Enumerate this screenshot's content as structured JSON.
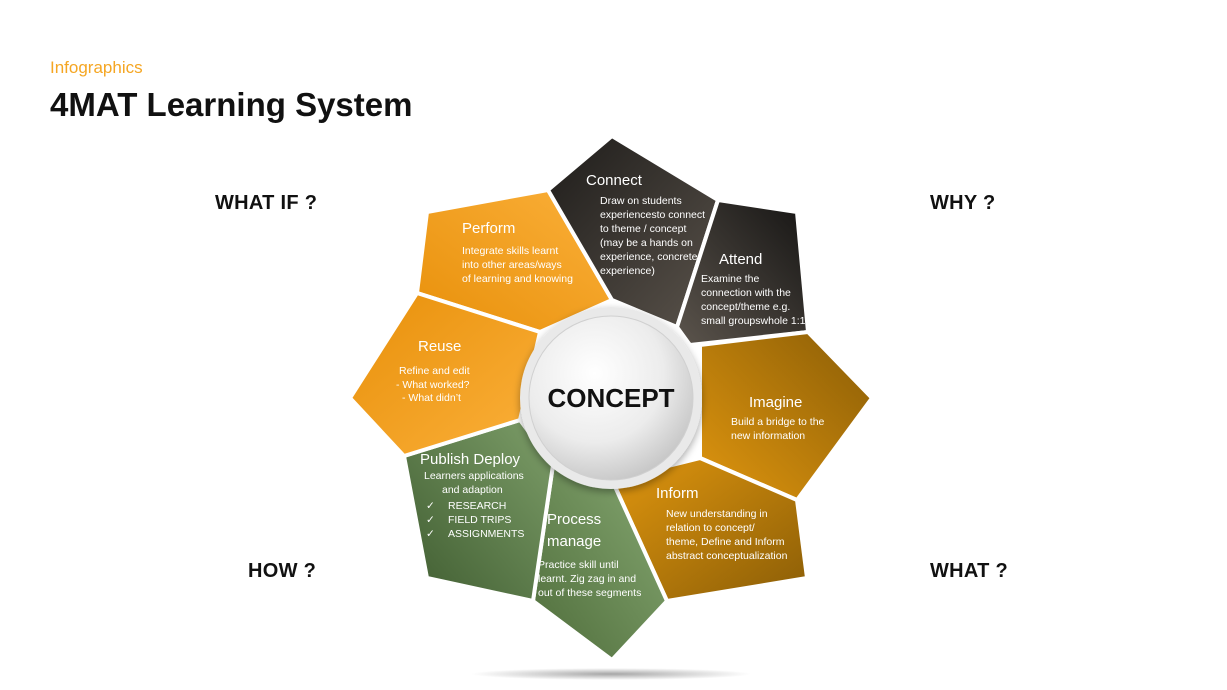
{
  "header": {
    "subtitle": "Infographics",
    "title": "4MAT Learning System"
  },
  "quadrants": {
    "top_left": "WHAT IF ?",
    "top_right": "WHY ?",
    "bottom_left": "HOW ?",
    "bottom_right": "WHAT ?"
  },
  "center": {
    "label": "CONCEPT"
  },
  "segments": [
    {
      "title": "Connect",
      "lines": [
        "Draw on students",
        "experiencesto connect",
        "to theme / concept",
        "(may be a hands on",
        "experience, concrete",
        "experience)"
      ]
    },
    {
      "title": "Attend",
      "lines": [
        "Examine the",
        "connection with the",
        "concept/theme e.g.",
        "small groupswhole 1:1"
      ]
    },
    {
      "title": "Imagine",
      "lines": [
        "Build a bridge to the",
        "new information"
      ]
    },
    {
      "title": "Inform",
      "lines": [
        "New understanding in",
        "relation to concept/",
        "theme, Define and Inform",
        "abstract conceptualization"
      ]
    },
    {
      "title": "Process",
      "title2": "manage",
      "lines": [
        "Practice skill until",
        "learnt. Zig zag in and",
        "out of these segments"
      ]
    },
    {
      "title": "Publish Deploy",
      "lines": [
        "Learners applications",
        "and adaption"
      ],
      "checklist": [
        "RESEARCH",
        "FIELD TRIPS",
        "ASSIGNMENTS"
      ]
    },
    {
      "title": "Reuse",
      "lines": [
        "Refine and edit",
        "-  What worked?",
        "-  What didn’t"
      ]
    },
    {
      "title": "Perform",
      "lines": [
        "Integrate skills learnt",
        "into other areas/ways",
        "of learning and knowing"
      ]
    }
  ],
  "colors": {
    "accent": "#F5A623",
    "connect": "#3B3733",
    "attend": "#3B3733",
    "imagine": "#B87C0A",
    "inform": "#B87C0A",
    "process": "#6A8F50",
    "publish": "#5E8049",
    "reuse": "#F0A020",
    "perform": "#F0A020"
  }
}
